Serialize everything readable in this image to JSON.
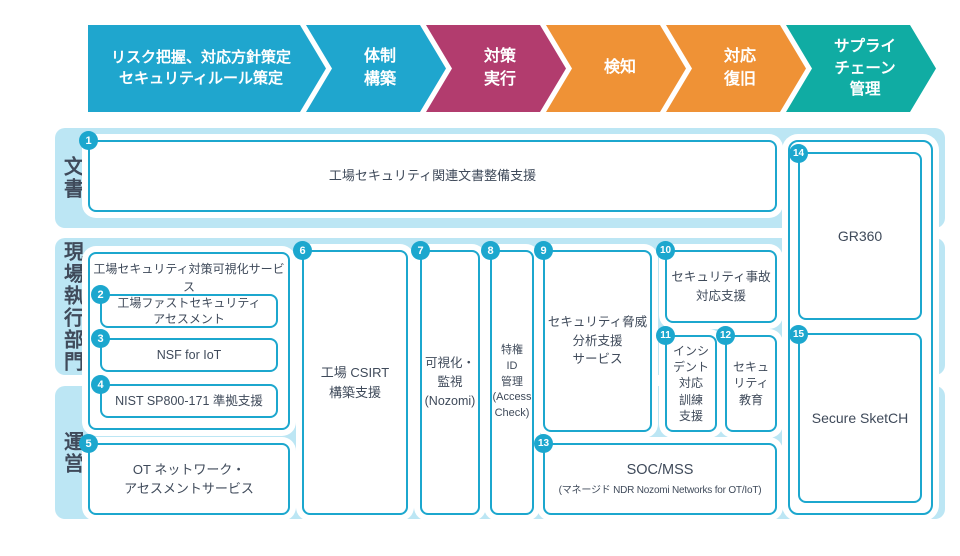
{
  "header": {
    "steps": [
      {
        "id": "risk-policy",
        "label": "リスク把握、対応方針策定\nセキュリティルール策定",
        "color": "#1FA6CE"
      },
      {
        "id": "structure",
        "label": "体制\n構築",
        "color": "#1FA6CE"
      },
      {
        "id": "execute",
        "label": "対策\n実行",
        "color": "#B23C6E"
      },
      {
        "id": "detect",
        "label": "検知",
        "color": "#EF9236"
      },
      {
        "id": "respond",
        "label": "対応\n復旧",
        "color": "#EF9236"
      },
      {
        "id": "supply-chain",
        "label": "サプライ\nチェーン\n管理",
        "color": "#10ACA3"
      }
    ]
  },
  "rows": [
    {
      "label": "文書"
    },
    {
      "label": "現場執行部門"
    },
    {
      "label": "運営"
    }
  ],
  "services": {
    "group_heading": "工場セキュリティ対策可視化サービス",
    "s1": {
      "num": "1",
      "label": "工場セキュリティ関連文書整備支援"
    },
    "s2": {
      "num": "2",
      "label": "工場ファストセキュリティ\nアセスメント"
    },
    "s3": {
      "num": "3",
      "label": "NSF for IoT"
    },
    "s4": {
      "num": "4",
      "label": "NIST SP800-171 準拠支援"
    },
    "s5": {
      "num": "5",
      "label": "OT ネットワーク・\nアセスメントサービス"
    },
    "s6": {
      "num": "6",
      "label": "工場 CSIRT\n構築支援"
    },
    "s7": {
      "num": "7",
      "label": "可視化・\n監視\n(Nozomi)"
    },
    "s8": {
      "num": "8",
      "label": "特権\nID\n管理\n(Access\nCheck)"
    },
    "s9": {
      "num": "9",
      "label": "セキュリティ脅威\n分析支援\nサービス"
    },
    "s10": {
      "num": "10",
      "label": "セキュリティ事故\n対応支援"
    },
    "s11": {
      "num": "11",
      "label": "インシ\nデント\n対応\n訓練\n支援"
    },
    "s12": {
      "num": "12",
      "label": "セキュ\nリティ\n教育"
    },
    "s13": {
      "num": "13",
      "title": "SOC/MSS",
      "subtitle": "(マネージド NDR Nozomi Networks for OT/IoT)"
    },
    "s14": {
      "num": "14",
      "label": "GR360"
    },
    "s15": {
      "num": "15",
      "label": "Secure SketCH"
    }
  },
  "colors": {
    "step_blue": "#1FA6CE",
    "step_magenta": "#B23C6E",
    "step_orange": "#EF9236",
    "step_teal": "#10ACA3",
    "band_background": "#BCE6F4",
    "box_border": "#1CA7CE",
    "badge_background": "#1CA7CE",
    "text": "#3F4A5A"
  }
}
